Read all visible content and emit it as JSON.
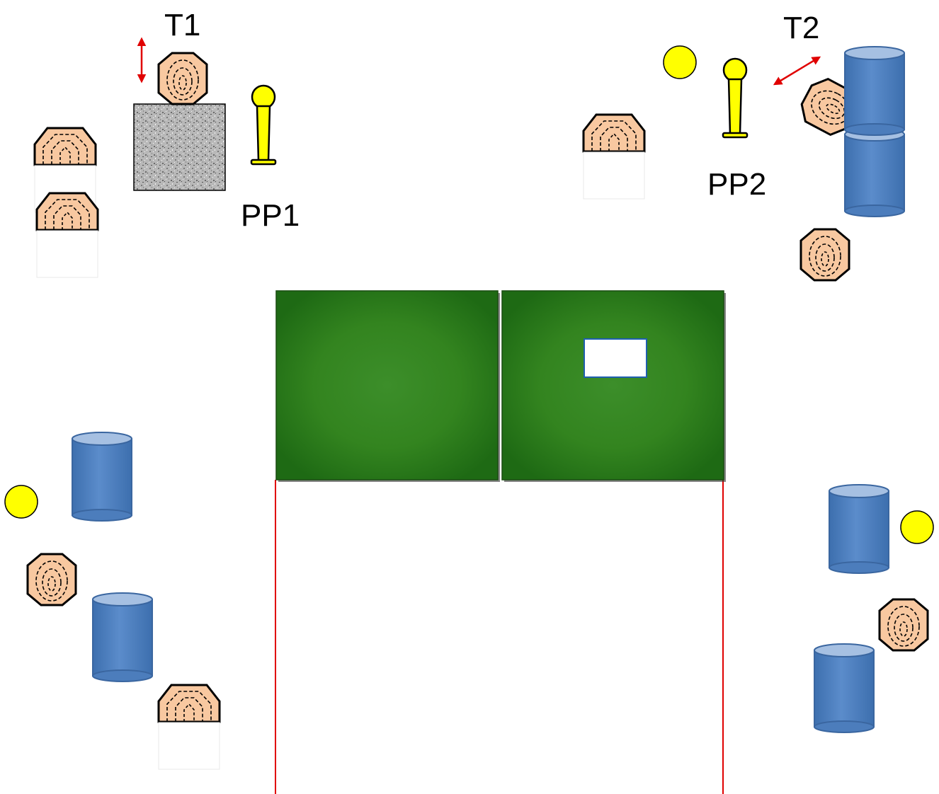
{
  "labels": {
    "t1": "T1",
    "t2": "T2",
    "pp1": "PP1",
    "pp2": "PP2"
  },
  "colors": {
    "target_fill": "#F8C8A0",
    "target_stroke": "#000000",
    "barrel_fill": "#4F81BD",
    "barrel_top": "#9DB8DE",
    "barrel_stroke": "#3A66A0",
    "popper": "#FFFF00",
    "steel_plate": "#FFFF00",
    "wall_green": "#2F7F1F",
    "fault_line": "#E00000",
    "move_arrow": "#E00000",
    "hardcover": "#A8A8A8"
  },
  "icons": {
    "paper_target": "octagon-target-icon",
    "partial_target": "partial-target-icon",
    "barrel": "barrel-icon",
    "popper": "popper-icon",
    "steel_plate": "steel-plate-icon",
    "swinger_arrow": "double-arrow-icon"
  }
}
